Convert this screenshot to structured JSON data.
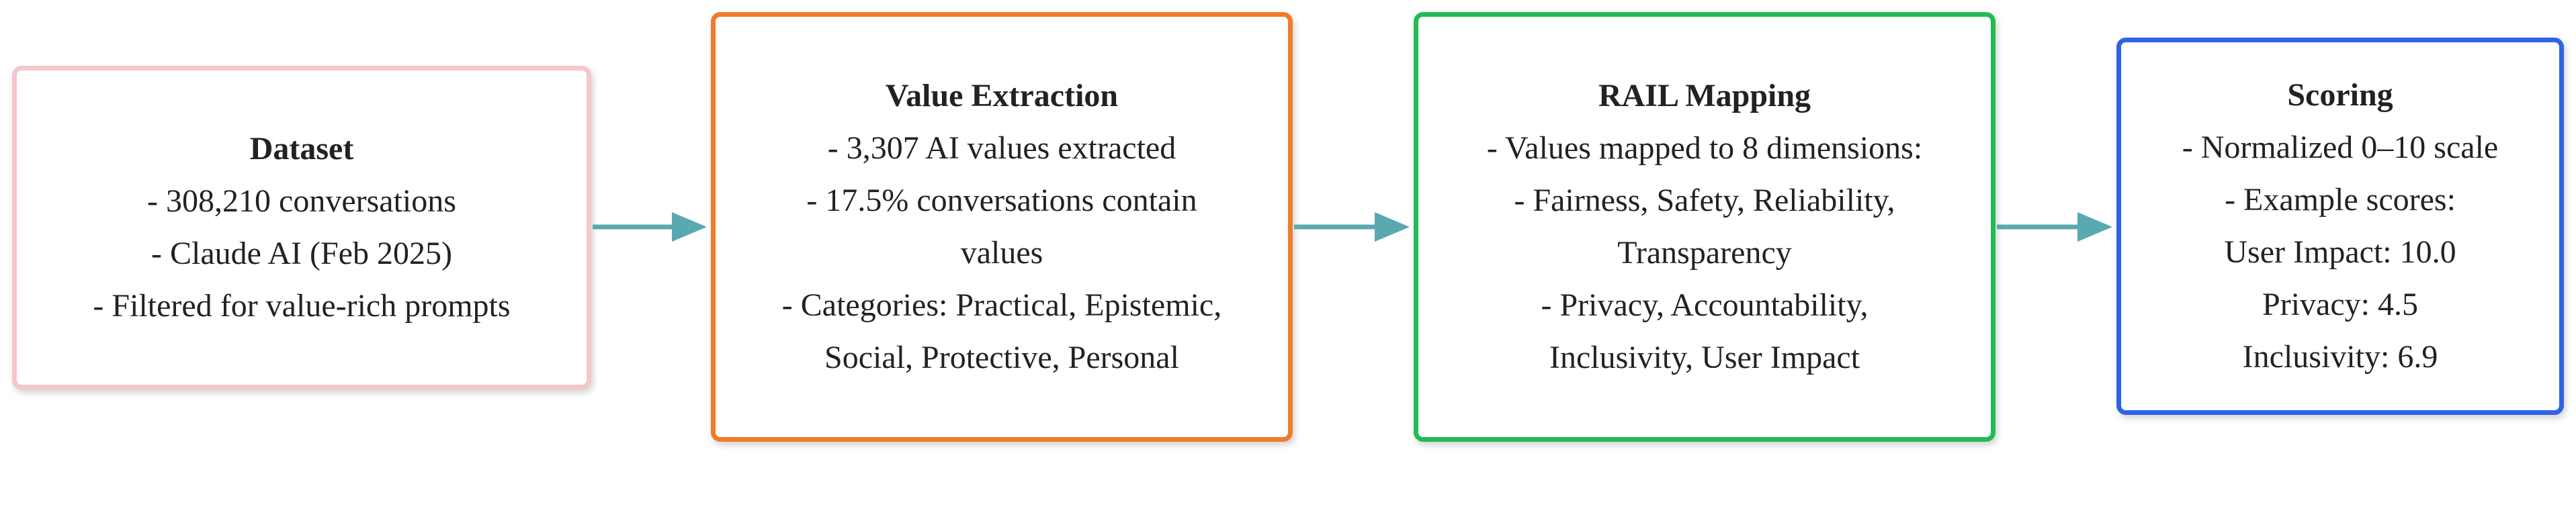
{
  "colors": {
    "dataset_border": "#f5c6cc",
    "extraction_border": "#f07c2b",
    "rail_border": "#22bb55",
    "scoring_border": "#2f63e6",
    "arrow": "#5aa9b0"
  },
  "dataset": {
    "title": "Dataset",
    "lines": [
      "- 308,210 conversations",
      "- Claude AI (Feb 2025)",
      "- Filtered for value-rich prompts"
    ]
  },
  "value_extraction": {
    "title": "Value Extraction",
    "lines": [
      "- 3,307 AI values extracted",
      "- 17.5% conversations contain",
      "values",
      "- Categories: Practical, Epistemic,",
      "Social, Protective, Personal"
    ]
  },
  "rail_mapping": {
    "title": "RAIL Mapping",
    "lines": [
      "- Values mapped to 8 dimensions:",
      "- Fairness, Safety, Reliability,",
      "Transparency",
      "- Privacy, Accountability,",
      "Inclusivity, User Impact"
    ]
  },
  "scoring": {
    "title": "Scoring",
    "lines": [
      "- Normalized 0–10 scale",
      "- Example scores:",
      "User Impact: 10.0",
      "Privacy: 4.5",
      "Inclusivity: 6.9"
    ]
  }
}
